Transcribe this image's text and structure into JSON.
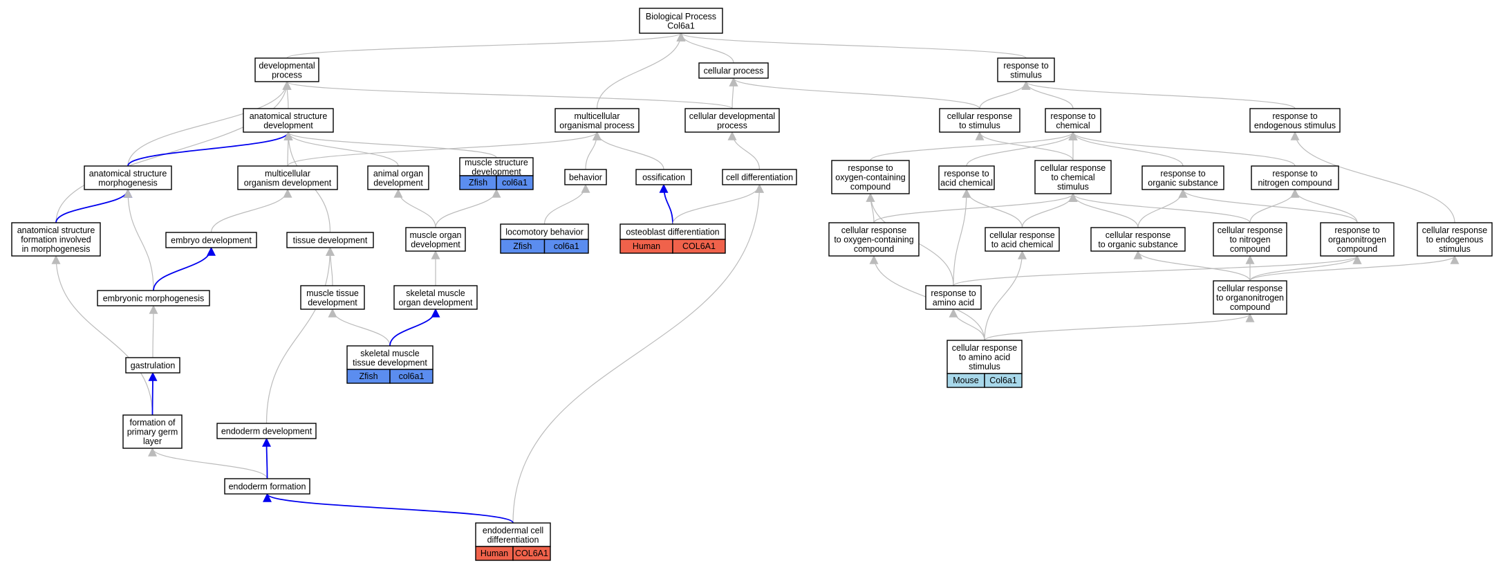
{
  "colors": {
    "edge_default": "#bbbbbb",
    "edge_highlight": "#0000ee",
    "zfish": "#5b8def",
    "human": "#f0624b",
    "mouse": "#a8d8ea",
    "node_border": "#000000",
    "background": "#ffffff"
  },
  "nodes": {
    "bp": {
      "lines": [
        "Biological Process",
        "Col6a1"
      ]
    },
    "dev": {
      "lines": [
        "developmental",
        "process"
      ]
    },
    "cp": {
      "lines": [
        "cellular process"
      ]
    },
    "rts": {
      "lines": [
        "response to",
        "stimulus"
      ]
    },
    "asd": {
      "lines": [
        "anatomical structure",
        "development"
      ]
    },
    "mop": {
      "lines": [
        "multicellular",
        "organismal process"
      ]
    },
    "cdp": {
      "lines": [
        "cellular developmental",
        "process"
      ]
    },
    "crs": {
      "lines": [
        "cellular response",
        "to stimulus"
      ]
    },
    "rtc": {
      "lines": [
        "response to",
        "chemical"
      ]
    },
    "res": {
      "lines": [
        "response to",
        "endogenous stimulus"
      ]
    },
    "asm": {
      "lines": [
        "anatomical structure",
        "morphogenesis"
      ]
    },
    "mod": {
      "lines": [
        "multicellular",
        "organism development"
      ]
    },
    "aod": {
      "lines": [
        "animal organ",
        "development"
      ]
    },
    "msd": {
      "lines": [
        "muscle structure",
        "development"
      ],
      "tags": [
        {
          "species": "Zfish",
          "gene": "col6a1"
        }
      ]
    },
    "beh": {
      "lines": [
        "behavior"
      ]
    },
    "oss": {
      "lines": [
        "ossification"
      ]
    },
    "cd": {
      "lines": [
        "cell differentiation"
      ]
    },
    "rocc": {
      "lines": [
        "response to",
        "oxygen-containing",
        "compound"
      ]
    },
    "rac": {
      "lines": [
        "response to",
        "acid chemical"
      ]
    },
    "crcs": {
      "lines": [
        "cellular response",
        "to chemical",
        "stimulus"
      ]
    },
    "ros": {
      "lines": [
        "response to",
        "organic substance"
      ]
    },
    "rnc": {
      "lines": [
        "response to",
        "nitrogen compound"
      ]
    },
    "asfm": {
      "lines": [
        "anatomical structure",
        "formation involved",
        "in morphogenesis"
      ]
    },
    "ed": {
      "lines": [
        "embryo development"
      ]
    },
    "td": {
      "lines": [
        "tissue development"
      ]
    },
    "mogd": {
      "lines": [
        "muscle organ",
        "development"
      ]
    },
    "lb": {
      "lines": [
        "locomotory behavior"
      ],
      "tags": [
        {
          "species": "Zfish",
          "gene": "col6a1"
        }
      ]
    },
    "od": {
      "lines": [
        "osteoblast differentiation"
      ],
      "tags": [
        {
          "species": "Human",
          "gene": "COL6A1"
        }
      ]
    },
    "crocc": {
      "lines": [
        "cellular response",
        "to oxygen-containing",
        "compound"
      ]
    },
    "crac": {
      "lines": [
        "cellular response",
        "to acid chemical"
      ]
    },
    "cros": {
      "lines": [
        "cellular response",
        "to organic substance"
      ]
    },
    "crnc": {
      "lines": [
        "cellular response",
        "to nitrogen",
        "compound"
      ]
    },
    "roc": {
      "lines": [
        "response to",
        "organonitrogen",
        "compound"
      ]
    },
    "cres": {
      "lines": [
        "cellular response",
        "to endogenous",
        "stimulus"
      ]
    },
    "em": {
      "lines": [
        "embryonic morphogenesis"
      ]
    },
    "mtd": {
      "lines": [
        "muscle tissue",
        "development"
      ]
    },
    "smod": {
      "lines": [
        "skeletal muscle",
        "organ development"
      ]
    },
    "raa": {
      "lines": [
        "response to",
        "amino acid"
      ]
    },
    "croc": {
      "lines": [
        "cellular response",
        "to organonitrogen",
        "compound"
      ]
    },
    "smtd": {
      "lines": [
        "skeletal muscle",
        "tissue development"
      ],
      "tags": [
        {
          "species": "Zfish",
          "gene": "col6a1"
        }
      ]
    },
    "craa": {
      "lines": [
        "cellular response",
        "to amino acid",
        "stimulus"
      ],
      "tags": [
        {
          "species": "Mouse",
          "gene": "Col6a1"
        }
      ]
    },
    "gas": {
      "lines": [
        "gastrulation"
      ]
    },
    "fpgl": {
      "lines": [
        "formation of",
        "primary germ",
        "layer"
      ]
    },
    "endd": {
      "lines": [
        "endoderm development"
      ]
    },
    "endf": {
      "lines": [
        "endoderm formation"
      ]
    },
    "ecd": {
      "lines": [
        "endodermal cell",
        "differentiation"
      ],
      "tags": [
        {
          "species": "Human",
          "gene": "COL6A1"
        }
      ]
    }
  }
}
